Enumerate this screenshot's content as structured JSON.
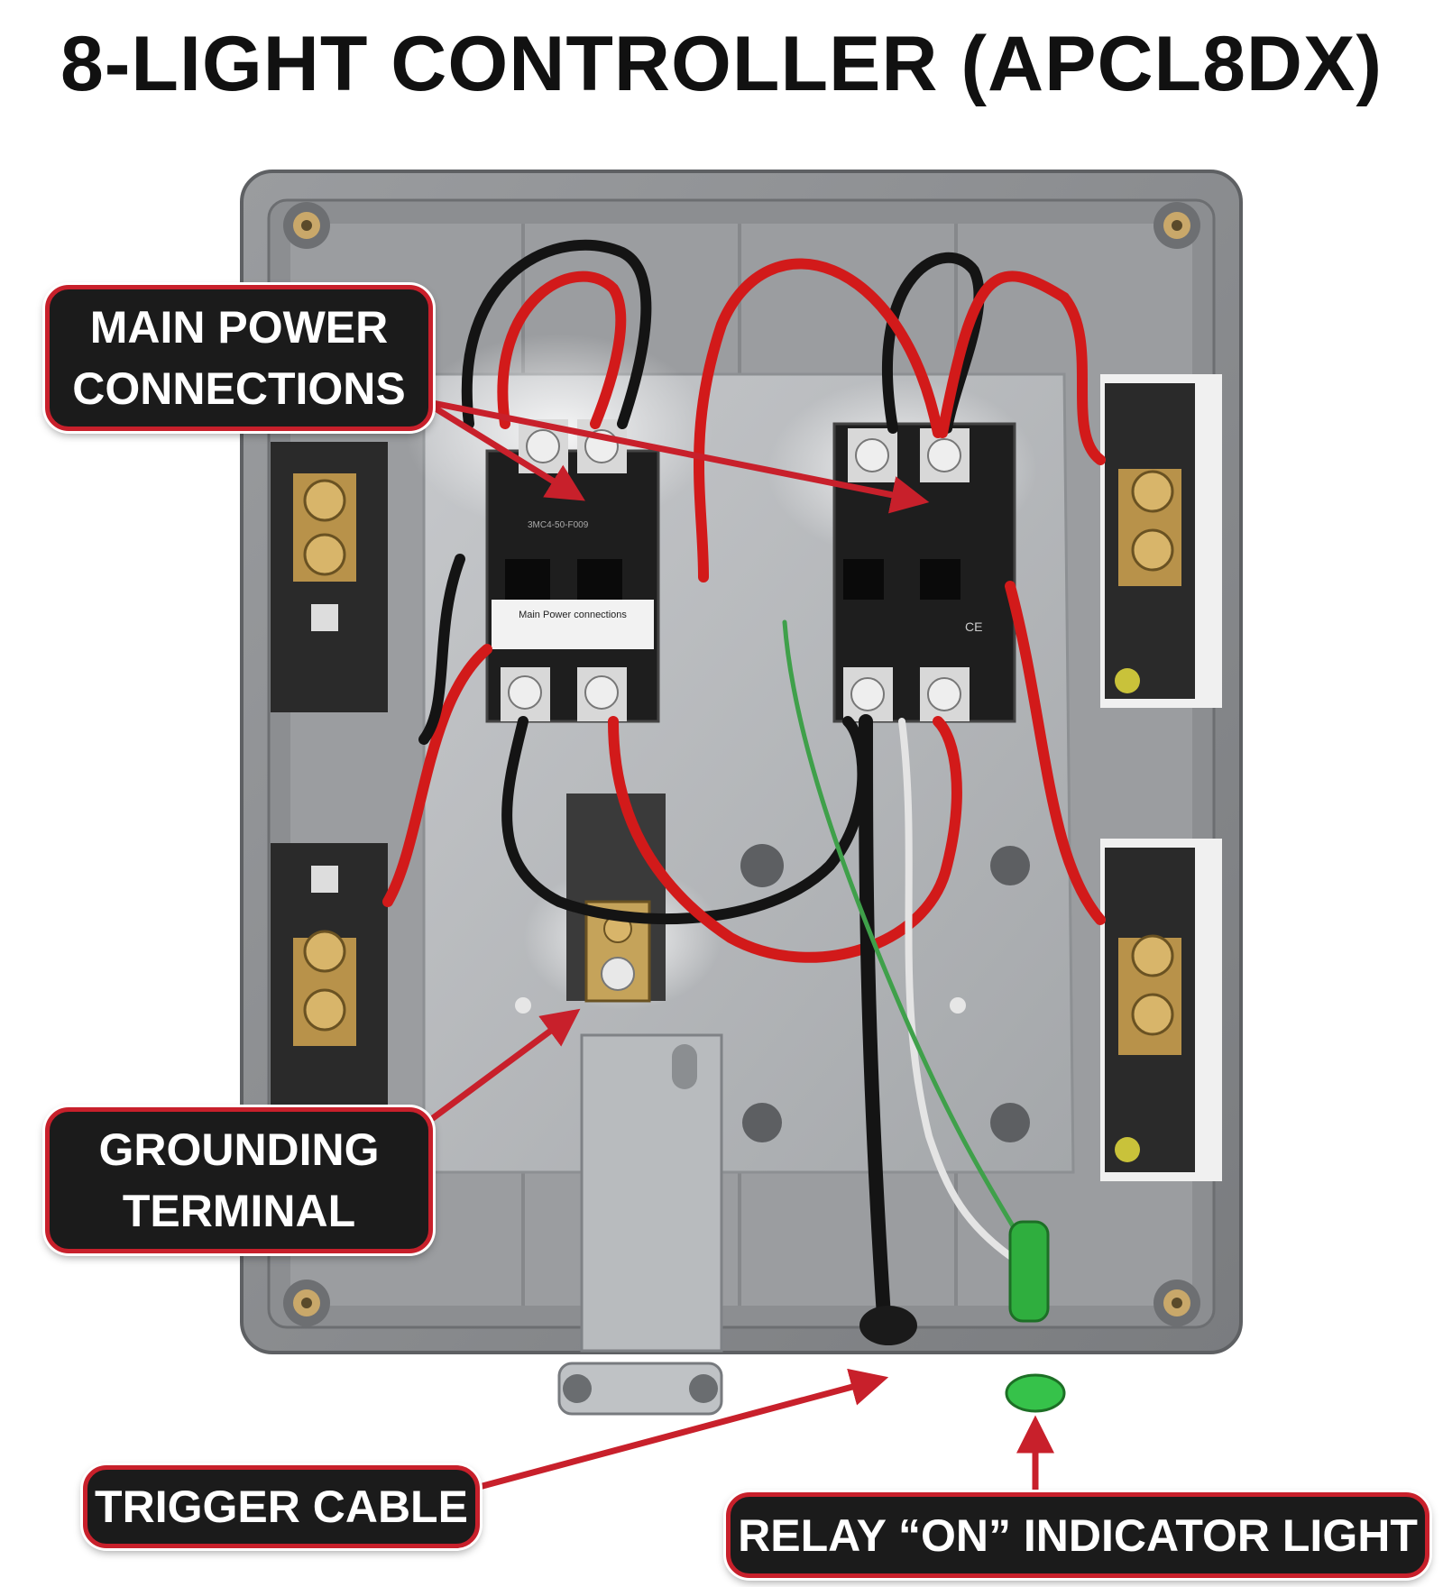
{
  "title": "8-LIGHT CONTROLLER (APCL8DX)",
  "callouts": {
    "main_power": {
      "line1": "MAIN POWER",
      "line2": "CONNECTIONS"
    },
    "grounding": {
      "line1": "GROUNDING",
      "line2": "TERMINAL"
    },
    "trigger": {
      "text": "TRIGGER CABLE"
    },
    "relay": {
      "text": "RELAY “ON” INDICATOR LIGHT"
    }
  },
  "component_labels": {
    "contactor_left_label": "Main Power connections",
    "contactor_model": "3MC4-50-F009",
    "contactor_mark": "CE"
  },
  "colors": {
    "accent": "#c8202b",
    "callout_bg": "#1b1b1b",
    "enclosure": "#8a8c8f",
    "backplate": "#b5b8bb",
    "wire_red": "#d21a1a",
    "wire_black": "#141414",
    "wire_green": "#3fa04a",
    "indicator": "#2fae3e"
  }
}
